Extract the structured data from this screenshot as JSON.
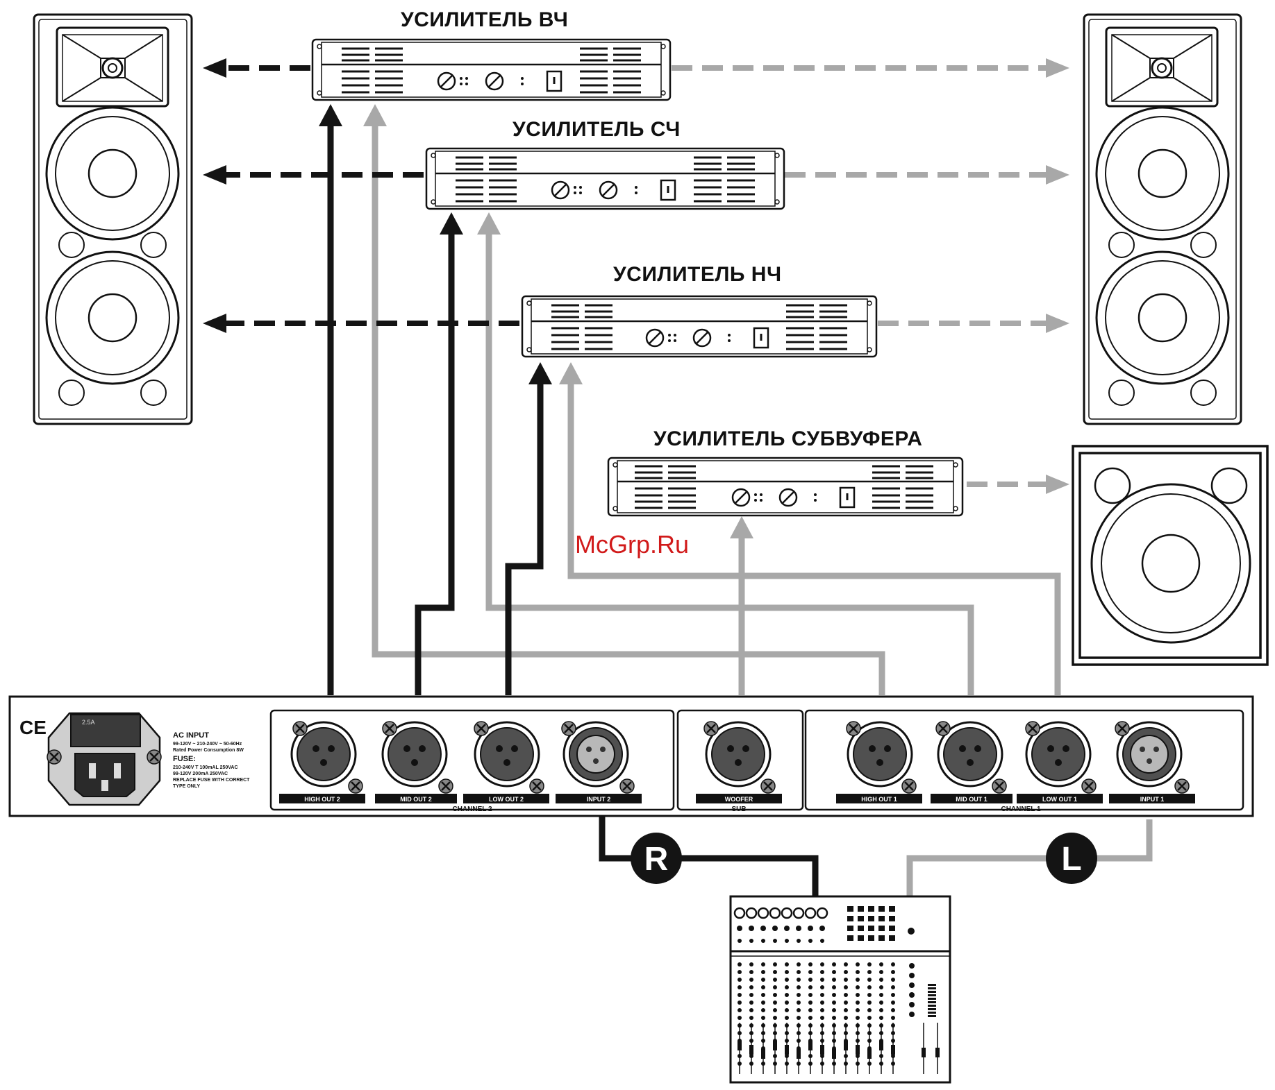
{
  "amplifiers": {
    "high": "УСИЛИТЕЛЬ ВЧ",
    "mid": "УСИЛИТЕЛЬ СЧ",
    "low": "УСИЛИТЕЛЬ НЧ",
    "sub": "УСИЛИТЕЛЬ СУБВУФЕРА"
  },
  "watermark": "McGrp.Ru",
  "crossover": {
    "ce_mark": "CE",
    "fuse_holder": "2.5A",
    "ac_input_title": "AC INPUT",
    "ac_input_lines": [
      "99-120V ~ 210-240V ~ 50-60Hz",
      "Rated Power Consumption 8W"
    ],
    "fuse_title": "FUSE:",
    "fuse_lines": [
      "210-240V T 100mAL 250VAC",
      "99-120V 200mA 250VAC",
      "REPLACE FUSE WITH CORRECT",
      "TYPE ONLY"
    ],
    "channel2_outputs": [
      "HIGH OUT 2",
      "MID OUT 2",
      "LOW OUT 2",
      "INPUT 2"
    ],
    "channel2_label": "CHANNEL 2",
    "sub_output": "WOOFER",
    "sub_label": "SUB",
    "channel1_outputs": [
      "HIGH OUT 1",
      "MID OUT 1",
      "LOW OUT 1",
      "INPUT 1"
    ],
    "channel1_label": "CHANNEL 1"
  },
  "mixer_tags": {
    "right": "R",
    "left": "L"
  },
  "colors": {
    "dark": "#141414",
    "gray": "#a8a8a8",
    "watermark": "#d11a1a",
    "connector": "#505050"
  }
}
